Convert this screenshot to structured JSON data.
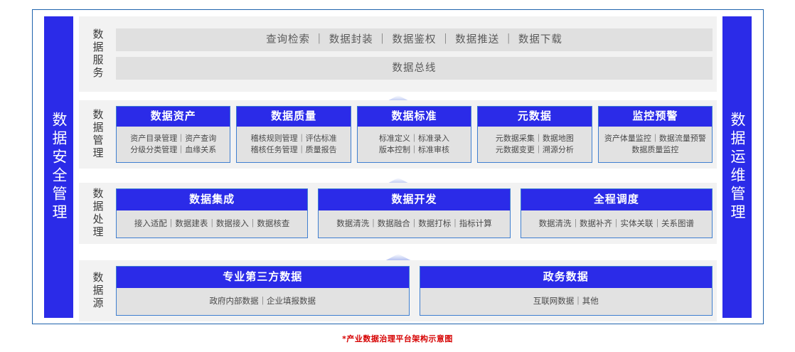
{
  "pillars": {
    "left": {
      "label": "数据安全管理"
    },
    "right": {
      "label": "数据运维管理"
    }
  },
  "rows": {
    "service": {
      "label": "数据服务",
      "bars": [
        "查询检索 ｜ 数据封装 ｜ 数据鉴权 ｜ 数据推送 ｜ 数据下载",
        "数据总线"
      ]
    },
    "manage": {
      "label": "数据管理",
      "cards": [
        {
          "title": "数据资产",
          "lines": [
            "资产目录管理｜资产查询",
            "分级分类管理｜血缘关系"
          ]
        },
        {
          "title": "数据质量",
          "lines": [
            "稽核规则管理｜评估标准",
            "稽核任务管理｜质量报告"
          ]
        },
        {
          "title": "数据标准",
          "lines": [
            "标准定义｜标准录入",
            "版本控制｜标准审核"
          ]
        },
        {
          "title": "元数据",
          "lines": [
            "元数据采集｜数据地图",
            "元数据变更｜溯源分析"
          ]
        },
        {
          "title": "监控预警",
          "lines": [
            "资产体量监控｜数据流量预警",
            "数据质量监控"
          ]
        }
      ]
    },
    "process": {
      "label": "数据处理",
      "cards": [
        {
          "title": "数据集成",
          "lines": [
            "接入适配｜数据建表｜数据接入｜数据核查"
          ]
        },
        {
          "title": "数据开发",
          "lines": [
            "数据清洗｜数据融合｜数据打标｜指标计算"
          ]
        },
        {
          "title": "全程调度",
          "lines": [
            "数据清洗｜数据补齐｜实体关联｜关系图谱"
          ]
        }
      ]
    },
    "source": {
      "label": "数据源",
      "cards": [
        {
          "title": "专业第三方数据",
          "lines": [
            "政府内部数据｜企业填报数据"
          ]
        },
        {
          "title": "政务数据",
          "lines": [
            "互联网数据｜其他"
          ]
        }
      ]
    }
  },
  "arrows": [
    {
      "name": "arrow-process-to-manage"
    },
    {
      "name": "arrow-source-to-process"
    },
    {
      "name": "arrow-manage-to-service"
    }
  ],
  "caption": "*产业数据治理平台架构示意图",
  "colors": {
    "brand_blue": "#2b2be8",
    "frame_blue": "#1f63ad",
    "band_bg": "#f2f2f2",
    "bar_bg": "#e0e0e0",
    "caption_red": "#d60000"
  }
}
